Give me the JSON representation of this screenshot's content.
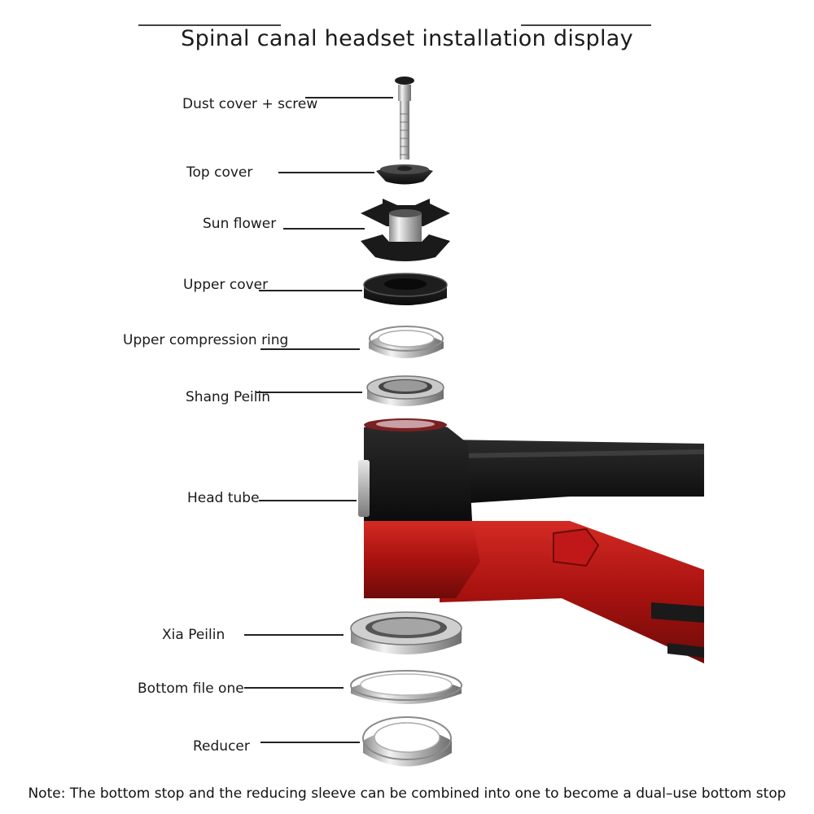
{
  "title": "Spinal canal headset installation display",
  "parts": {
    "dust_cover_screw": "Dust cover + screw",
    "top_cover": "Top cover",
    "sun_flower": "Sun flower",
    "upper_cover": "Upper cover",
    "upper_compression_ring": "Upper compression ring",
    "shang_peilin": "Shang Peilin",
    "head_tube": "Head tube",
    "xia_peilin": "Xia Peilin",
    "bottom_file_one": "Bottom file one",
    "reducer": "Reducer"
  },
  "note": "Note: The bottom stop and the reducing sleeve can be combined into one to become a dual–use bottom stop",
  "colors": {
    "frame_black": "#161616",
    "frame_red": "#b01818",
    "metal_silver": "#c8c8c8"
  }
}
